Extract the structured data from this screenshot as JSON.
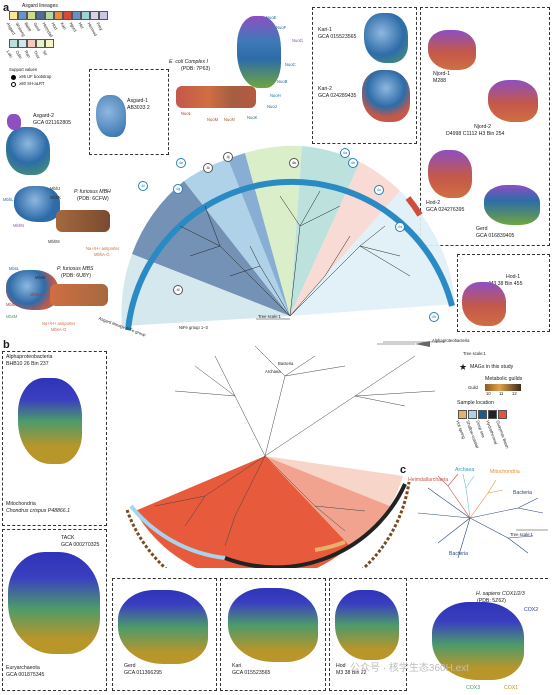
{
  "panel_a": {
    "letter": "a",
    "asgard_lineages_title": "Asgard lineages",
    "lineages_row1": [
      "Asgard",
      "Wukong",
      "Baldr",
      "Gerd",
      "Heimdall",
      "Hod",
      "Kari",
      "Njord",
      "Hel",
      "Hermod",
      "Frey"
    ],
    "lineages_row2": [
      "Loki",
      "Odin",
      "Ran",
      "Thor",
      "Sif"
    ],
    "support_title": "Support values",
    "support_1": "≥95 UF bootstrap",
    "support_2": "≥80 SH-aLRT",
    "asgard2_name": "Asgard-2",
    "asgard2_gca": "GCA 021162805",
    "asgard1_name": "Asgard-1",
    "asgard1_id": "AB3033 2",
    "ecoli_title": "E. coli Complex I",
    "ecoli_pdb": "(PDB: 7P63)",
    "nuo_labels": [
      "NuoL",
      "NuoM",
      "NuoN",
      "NuoK",
      "NuoJ",
      "NuoH",
      "NuoB",
      "NuoC",
      "NuoG",
      "NuoF",
      "NuoE"
    ],
    "kari1_name": "Kari-1",
    "kari1_gca": "GCA 015523565",
    "kari2_name": "Kari-2",
    "kari2_gca": "GCA 024289435",
    "njord1_name": "Njord-1",
    "njord1_id": "M288",
    "njord2_name": "Njord-2",
    "njord2_id": "D4998 C1112 H3 Bin 254",
    "hod2_name": "Hod-2",
    "hod2_gca": "GCA 024276395",
    "gerd_a_name": "Gerd",
    "gerd_a_gca": "GCA 016839405",
    "hod1_name": "Hod-1",
    "hod1_id": "M3 38 Bin 455",
    "mbh_title": "P. furiosus MBH",
    "mbh_pdb": "(PDB: 6CFW)",
    "mbh_labels": [
      "MbhL",
      "MbhJ",
      "MbhK",
      "MbhN",
      "MbhM"
    ],
    "mbh_antiporter": "Na+/H+ antiporter",
    "mbh_antiporter_sub": "MbhA-G",
    "mbs_title": "P. furiosus MBS",
    "mbs_pdb": "(PDB: 6U8Y)",
    "mbs_labels": [
      "MbsL",
      "MbsK",
      "MbsH",
      "MbsN",
      "MbsM"
    ],
    "mbs_antiporter": "Na+/H+ antiporter",
    "mbs_antiporter_sub": "MbsA-G",
    "asgard_lineage_nife": "Asgard lineage\nNiFe group",
    "nife_group": "NiFe group 1–3",
    "tree_scale": "Tree scale:1",
    "node_labels": [
      "4a",
      "4b",
      "4c",
      "4d",
      "4e",
      "4f",
      "4g",
      "4h",
      "4i",
      "4j",
      "4k",
      "4l"
    ]
  },
  "panel_b": {
    "letter": "b",
    "alpha_title": "Alphaproteobacteria",
    "alpha_id": "BHB10 26 Bin 237",
    "mito_title": "Mitochondria",
    "mito_id": "Chondrus crispus P48866.1",
    "tack_title": "TACK",
    "tack_gca": "GCA 000270325",
    "eury_title": "Euryarchaeota",
    "eury_gca": "GCA 001875345",
    "gerd_title": "Gerd",
    "gerd_gca": "GCA 011366295",
    "kari_title": "Kari",
    "kari_gca": "GCA 015523565",
    "hod_title": "Hod",
    "hod_id": "M3 38 Bin 22",
    "tree_scale": "Tree scale:1",
    "mags_label": "MAGs in this study",
    "metabolic_title": "Metabolic guilds",
    "guild_label": "Guild",
    "guild_ticks": [
      "10",
      "11",
      "12"
    ],
    "sample_title": "Sample location",
    "sample_locations": [
      "Hot spring",
      "Shallow coastal",
      "Deep sea",
      "Hydrothermal",
      "Guaymas Basin"
    ],
    "sample_colors": [
      "#e8b06a",
      "#a9d3ea",
      "#1f5a8c",
      "#222222",
      "#e4533b"
    ],
    "archaea_label": "Archaea",
    "bacteria_label": "Bacteria",
    "alpha_root_label": "Alphaproteobacteria"
  },
  "panel_c": {
    "letter": "c",
    "archaea": "Archaea",
    "heimdall": "Heimdallarchaeia",
    "mitochondria": "Mitochondria",
    "bacteria_top": "Bacteria",
    "bacteria_bottom": "Bacteria",
    "tree_scale": "Tree scale:1",
    "human_title": "H. sapiens COX1/2/3",
    "human_pdb": "(PDB: 5Z62)",
    "cox2": "COX2",
    "cox3": "COX3",
    "cox1": "COX1"
  },
  "watermark": "公众号 · 核学生态360H.ext",
  "colors": {
    "asgard_blue": "#2a7fb8",
    "clade_light": "#cfe6ec",
    "clade_teal": "#b9e0dc",
    "clade_dark": "#5b7fa8",
    "orange_fan": "#e85a3c",
    "lineage_colors": [
      "#f6e79a",
      "#6a8fd3",
      "#c8dc8f",
      "#4f6d9a",
      "#b6d6a8",
      "#e88e3c",
      "#d24c3d",
      "#6b8fc8",
      "#9bd3d6",
      "#d9d1e8",
      "#c7c7e8"
    ]
  }
}
